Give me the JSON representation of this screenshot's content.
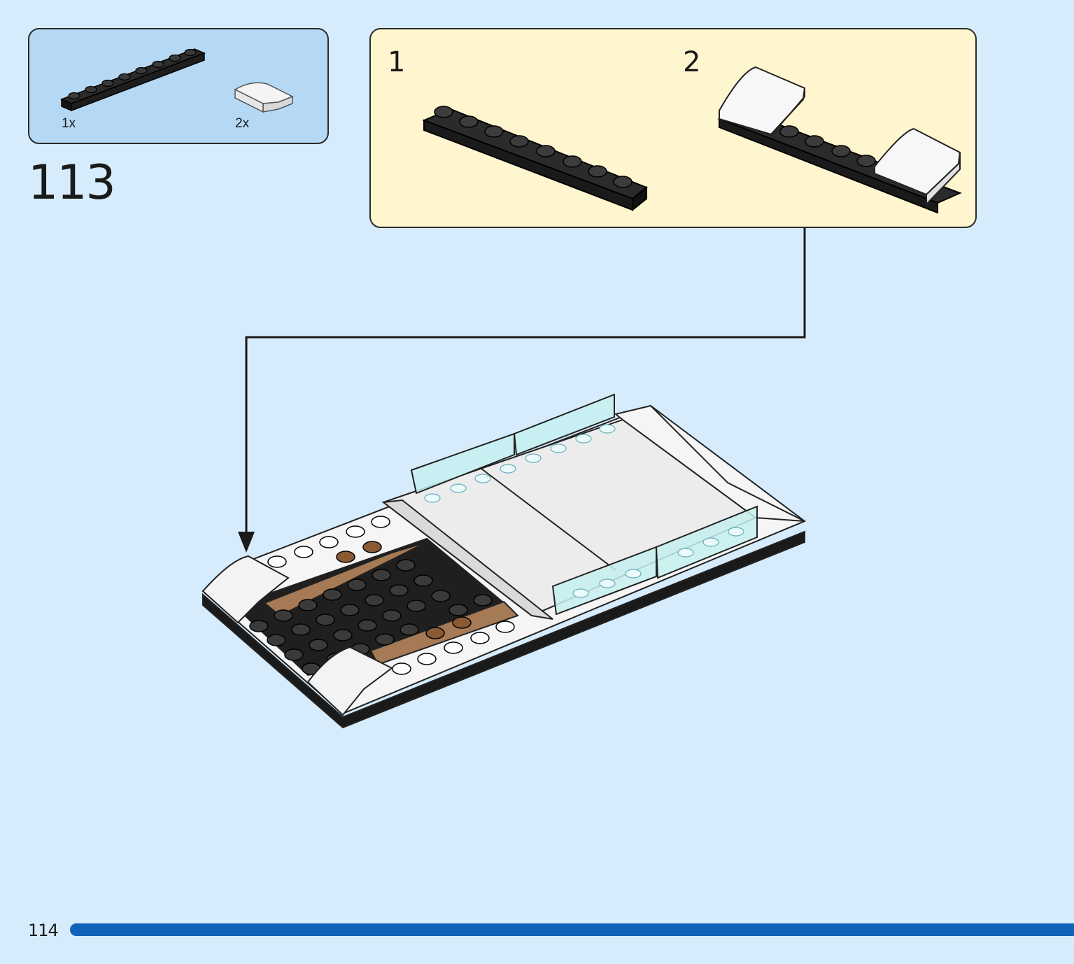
{
  "parts_list": {
    "items": [
      {
        "quantity": "1x",
        "part": "black-1x8-plate-icon"
      },
      {
        "quantity": "2x",
        "part": "white-curved-slope-icon"
      }
    ]
  },
  "step_number": "113",
  "sub_steps": [
    {
      "number": "1"
    },
    {
      "number": "2"
    }
  ],
  "page_number": "114",
  "colors": {
    "background": "#d6ecfc",
    "parts_box": "#b5d9f5",
    "sub_box": "#fff5ce",
    "progress": "#0e62b8"
  }
}
